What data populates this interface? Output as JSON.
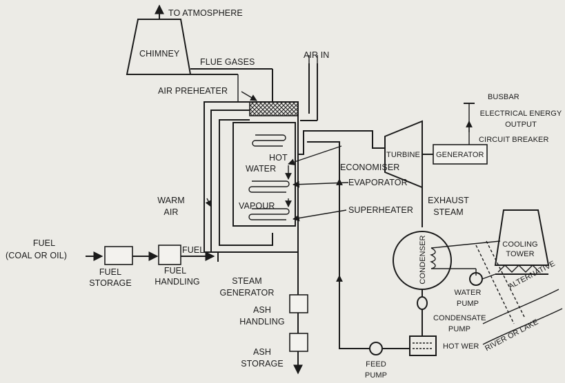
{
  "labels": {
    "to_atmosphere": "TO ATMOSPHERE",
    "chimney": "CHIMNEY",
    "flue_gases": "FLUE GASES",
    "air_in": "AIR IN",
    "air_preheater": "AIR PREHEATER",
    "hot_water_1": "HOT",
    "hot_water_2": "WATER",
    "economiser": "ECONOMISER",
    "evaporator": "EVAPORATOR",
    "vapour": "VAPOUR",
    "superheater": "SUPERHEATER",
    "warm_air_1": "WARM",
    "warm_air_2": "AIR",
    "fuel_label_1": "FUEL",
    "fuel_label_2": "(COAL OR OIL)",
    "fuel_storage_1": "FUEL",
    "fuel_storage_2": "STORAGE",
    "fuel_handling_1": "FUEL",
    "fuel_handling_2": "HANDLING",
    "fuel_feed": "FUEL",
    "steam_generator_1": "STEAM",
    "steam_generator_2": "GENERATOR",
    "ash_handling_1": "ASH",
    "ash_handling_2": "HANDLING",
    "ash_storage_1": "ASH",
    "ash_storage_2": "STORAGE",
    "turbine": "TURBINE",
    "generator": "GENERATOR",
    "busbar": "BUSBAR",
    "electrical_output_1": "ELECTRICAL ENERGY",
    "electrical_output_2": "OUTPUT",
    "circuit_breaker": "CIRCUIT BREAKER",
    "exhaust_steam_1": "EXHAUST",
    "exhaust_steam_2": "STEAM",
    "condenser": "CONDENSER",
    "cooling_tower_1": "COOLING",
    "cooling_tower_2": "TOWER",
    "alternative": "ALTERNATIVE",
    "water_pump_1": "WATER",
    "water_pump_2": "PUMP",
    "condensate_pump_1": "CONDENSATE",
    "condensate_pump_2": "PUMP",
    "river_or_lake": "RIVER OR LAKE",
    "hot_well": "HOT WER",
    "feed_pump_1": "FEED",
    "feed_pump_2": "PUMP"
  },
  "colors": {
    "ink": "#1a1a1a",
    "paper": "#ecebe6",
    "preheater_hatch": "#555555"
  }
}
